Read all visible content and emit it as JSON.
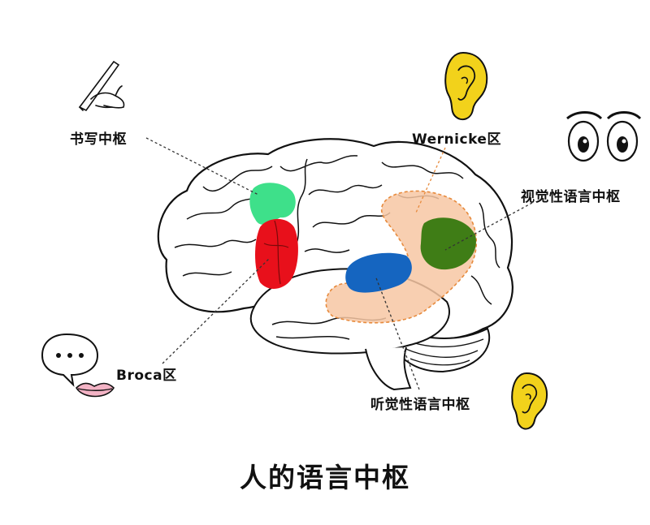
{
  "title": "人的语言中枢",
  "labels": {
    "writing": "书写中枢",
    "wernicke": "Wernicke区",
    "visual": "视觉性语言中枢",
    "broca": "Broca区",
    "auditory": "听觉性语言中枢"
  },
  "colors": {
    "writing_area": "#3ee08a",
    "broca_area": "#e8101b",
    "wernicke_area": "#f7c7a3",
    "wernicke_border": "#e78a3c",
    "visual_area": "#3f7d16",
    "auditory_area": "#1565c0",
    "ear": "#f2d21b"
  },
  "icons": [
    "writing-hand-icon",
    "ear-icon",
    "eyes-icon",
    "speech-mouth-icon",
    "ear-icon"
  ]
}
